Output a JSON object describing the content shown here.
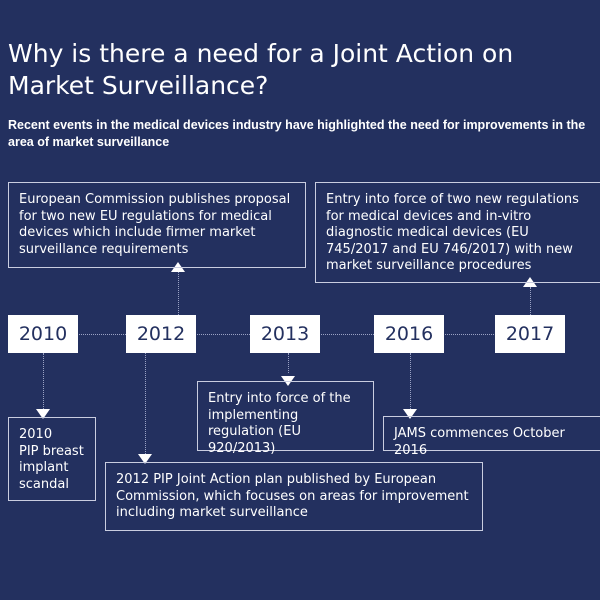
{
  "title": "Why is there a need for a Joint Action on Market Surveillance?",
  "subtitle": "Recent events in the medical devices industry have highlighted the need for improvements in the area of market surveillance",
  "years": [
    "2010",
    "2012",
    "2013",
    "2016",
    "2017"
  ],
  "events": {
    "e2012_top": "European Commission publishes proposal for two new EU regulations for medical devices which include firmer market surveillance requirements",
    "e2017": "Entry into force of two new regulations for medical devices and in-vitro diagnostic medical devices (EU 745/2017 and EU 746/2017) with new market surveillance procedures",
    "e2010_year": "2010",
    "e2010": "PIP breast implant scandal",
    "e2012_bottom": "2012 PIP Joint Action plan published by European Commission, which focuses on areas for improvement including market surveillance",
    "e2013": "Entry into force of the implementing regulation (EU 920/2013)",
    "e2016": "JAMS commences October 2016"
  }
}
